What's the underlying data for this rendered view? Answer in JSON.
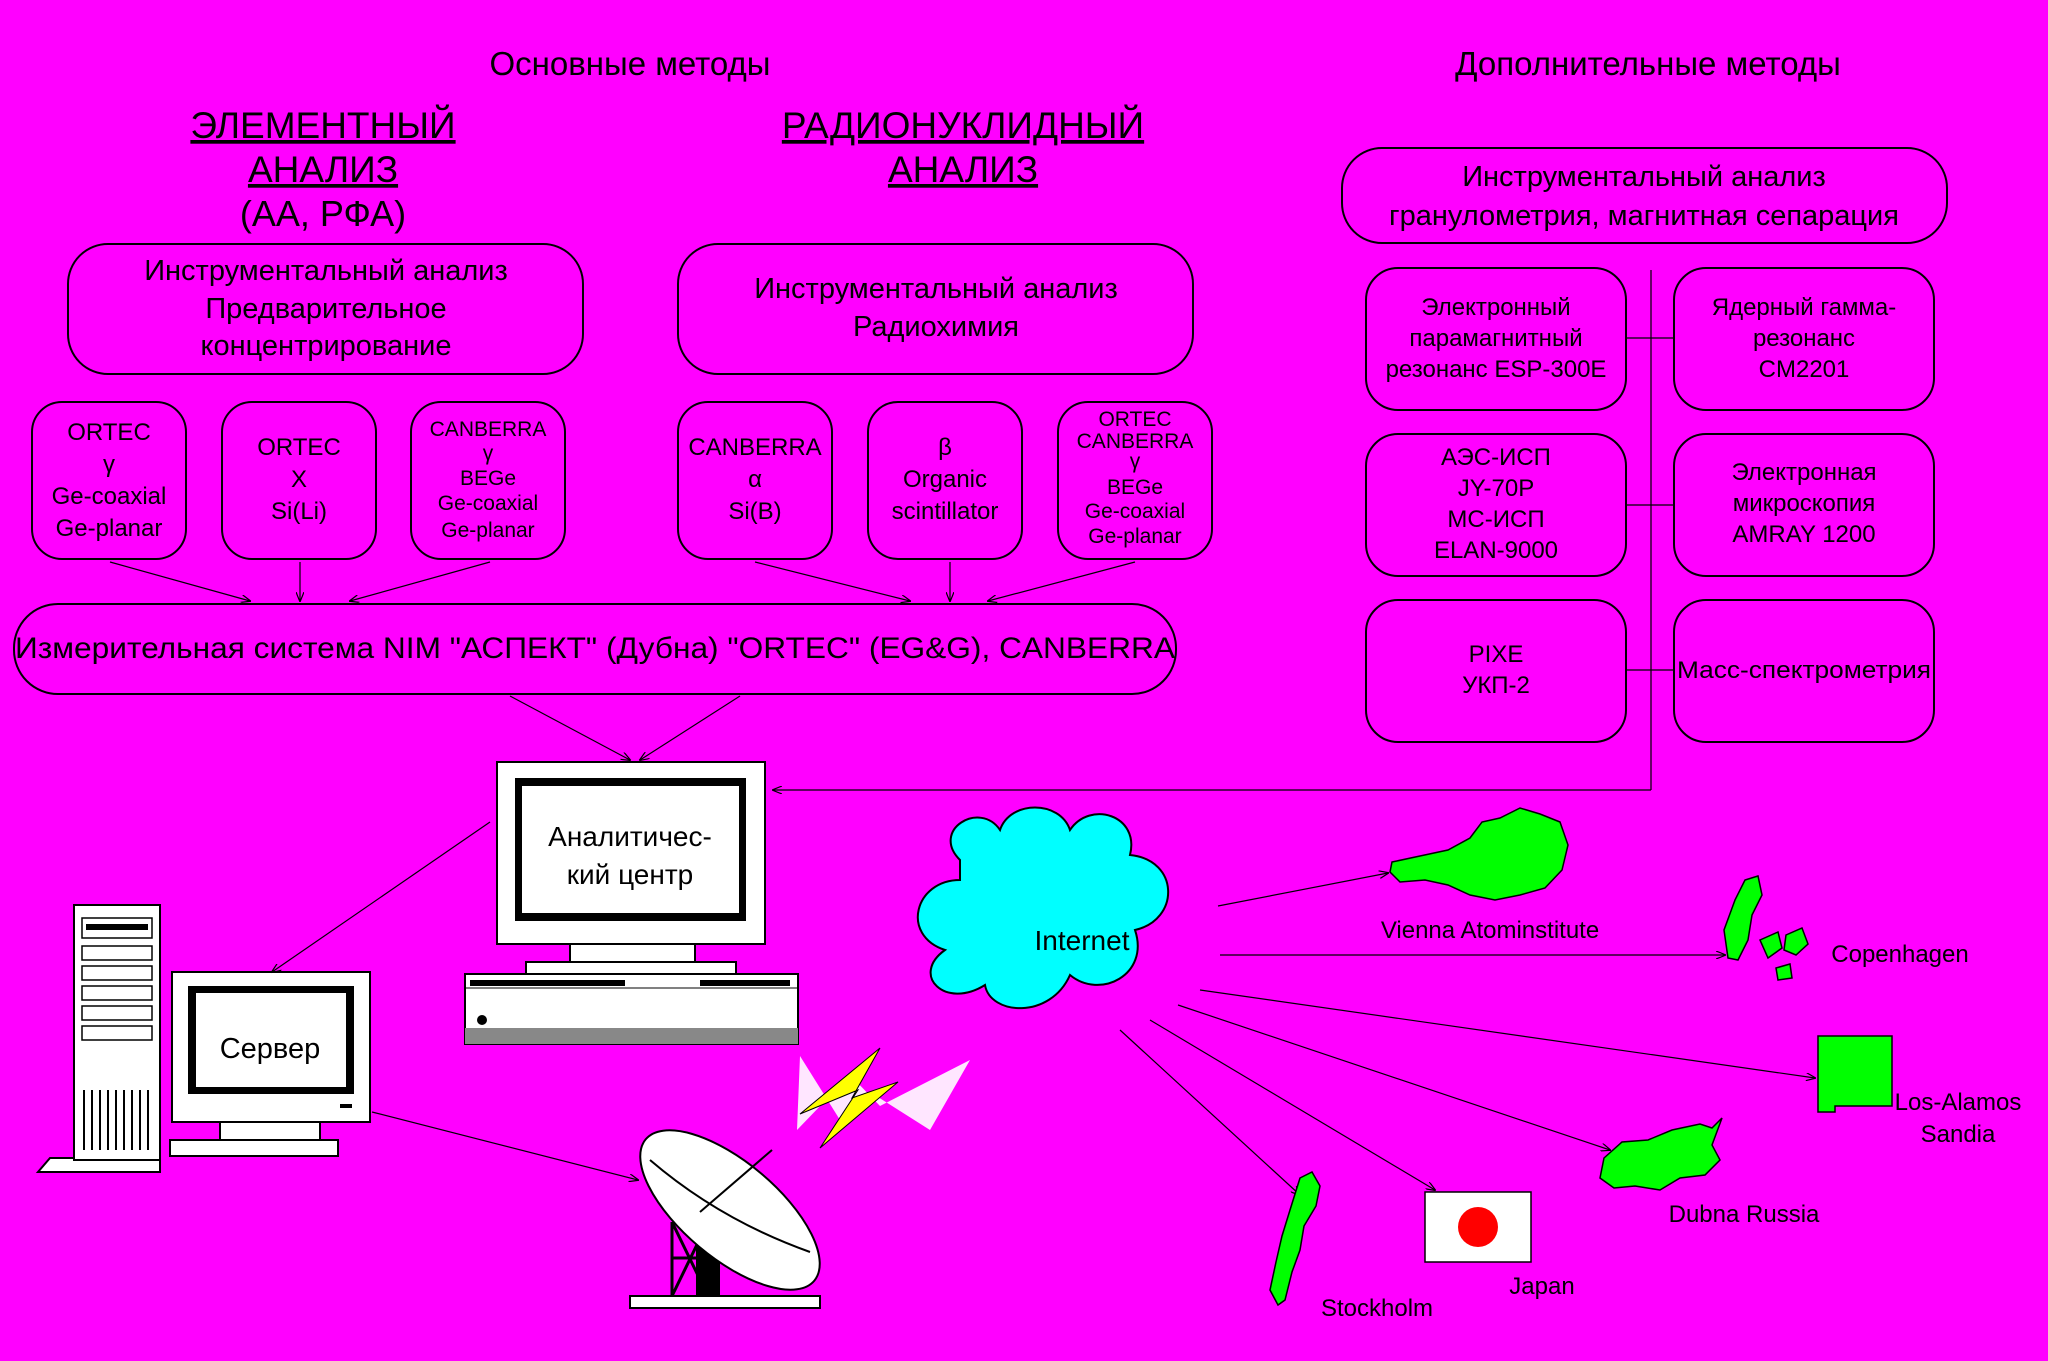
{
  "headings": {
    "main_methods": "Основные методы",
    "additional_methods": "Дополнительные методы"
  },
  "elemental": {
    "title_line1": "ЭЛЕМЕНТНЫЙ",
    "title_line2": "АНАЛИЗ",
    "subtitle": "(АА, РФА)",
    "box": [
      "Инструментальный анализ",
      "Предварительное",
      "концентрирование"
    ],
    "detectors": [
      [
        "ORTEC",
        "γ",
        "Ge-coaxial",
        "Ge-planar"
      ],
      [
        "ORTEC",
        "X",
        "Si(Li)"
      ],
      [
        "CANBERRA",
        "γ",
        "BEGe",
        "Ge-coaxial",
        "Ge-planar"
      ]
    ]
  },
  "radionuclide": {
    "title_line1": "РАДИОНУКЛИДНЫЙ",
    "title_line2": "АНАЛИЗ",
    "box": [
      "Инструментальный анализ",
      "Радиохимия"
    ],
    "detectors": [
      [
        "CANBERRA",
        "α",
        "Si(B)"
      ],
      [
        "β",
        "Organic",
        "scintillator"
      ],
      [
        "ORTEC",
        "CANBERRA",
        "γ",
        "BEGe",
        "Ge-coaxial",
        "Ge-planar"
      ]
    ]
  },
  "measurement_system": "Измерительная система NIM \"АСПЕКТ\" (Дубна) \"ORTEC\" (EG&G), CANBERRA",
  "additional": {
    "box": [
      "Инструментальный анализ",
      "гранулометрия, магнитная сепарация"
    ],
    "methods": [
      [
        "Электронный",
        "парамагнитный",
        "резонанс ESP-300E"
      ],
      [
        "Ядерный гамма-",
        "резонанс",
        "CM2201"
      ],
      [
        "АЭС-ИСП",
        "JY-70P",
        "МС-ИСП",
        "ELAN-9000"
      ],
      [
        "Электронная",
        "микроскопия",
        "AMRAY 1200"
      ],
      [
        "PIXE",
        "УКП-2"
      ],
      [
        "Масс-спектрометрия"
      ]
    ]
  },
  "computers": {
    "analytic_center": [
      "Аналитичес-",
      "кий центр"
    ],
    "server": "Сервер"
  },
  "network": {
    "internet": "Internet",
    "destinations": [
      "Vienna Atominstitute",
      "Copenhagen",
      "Los-Alamos",
      "Sandia",
      "Dubna Russia",
      "Japan",
      "Stockholm"
    ]
  },
  "colors": {
    "background": "#ff00ff",
    "cloud": "#00ffff",
    "map": "#00ff00",
    "flag_red": "#ff0000",
    "lightning": "#ffff00"
  }
}
